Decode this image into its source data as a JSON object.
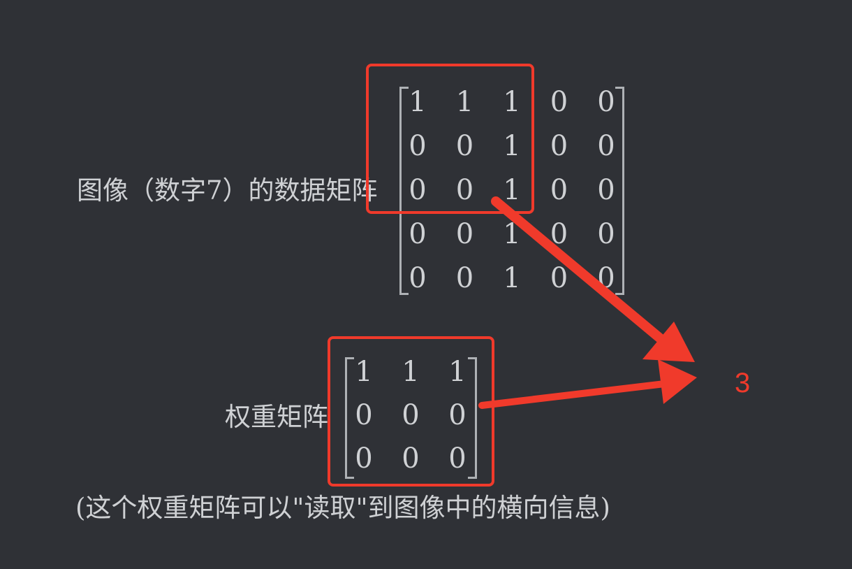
{
  "image_matrix_label": "图像（数字7）的数据矩阵",
  "image_matrix": [
    [
      "1",
      "1",
      "1",
      "0",
      "0"
    ],
    [
      "0",
      "0",
      "1",
      "0",
      "0"
    ],
    [
      "0",
      "0",
      "1",
      "0",
      "0"
    ],
    [
      "0",
      "0",
      "1",
      "0",
      "0"
    ],
    [
      "0",
      "0",
      "1",
      "0",
      "0"
    ]
  ],
  "weight_matrix_label": "权重矩阵",
  "weight_matrix": [
    [
      "1",
      "1",
      "1"
    ],
    [
      "0",
      "0",
      "0"
    ],
    [
      "0",
      "0",
      "0"
    ]
  ],
  "result_value": "3",
  "caption": "(这个权重矩阵可以\"读取\"到图像中的横向信息)",
  "colors": {
    "background": "#2f3136",
    "text": "#cfd1d4",
    "highlight": "#f03a2b"
  }
}
